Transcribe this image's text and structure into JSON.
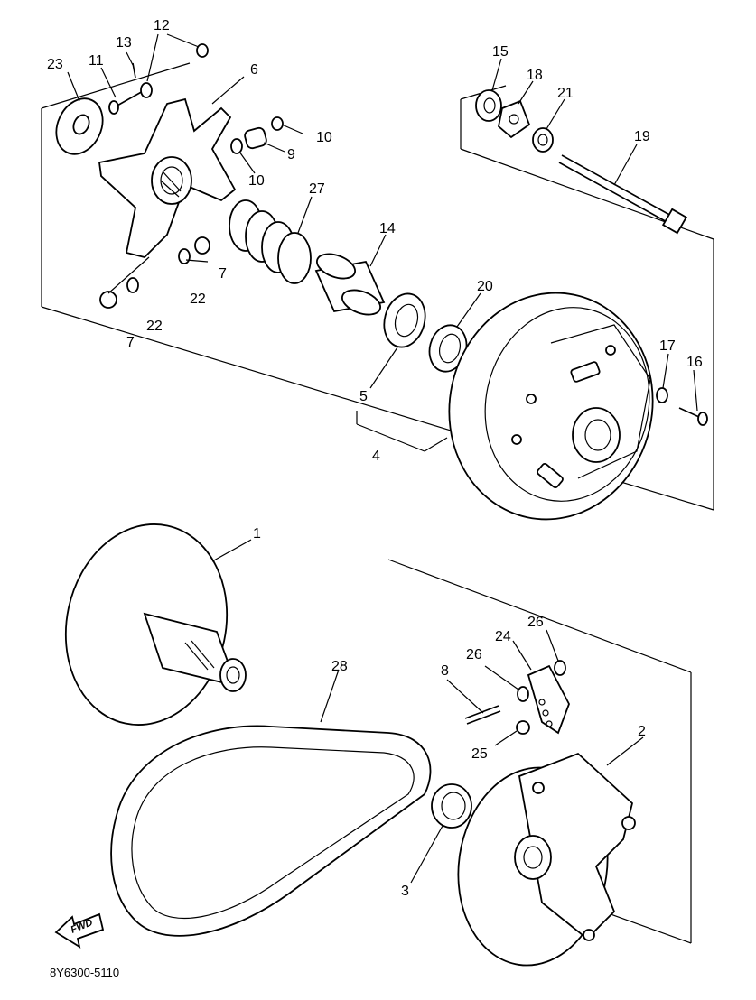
{
  "diagram": {
    "caption": "8Y6300-5110",
    "fwd_label": "FWD",
    "callouts": {
      "p1": "1",
      "p2": "2",
      "p3": "3",
      "p4": "4",
      "p5": "5",
      "p6": "6",
      "p7a": "7",
      "p7b": "7",
      "p8": "8",
      "p9": "9",
      "p10a": "10",
      "p10b": "10",
      "p11": "11",
      "p12": "12",
      "p13": "13",
      "p14": "14",
      "p15": "15",
      "p16": "16",
      "p17": "17",
      "p18": "18",
      "p19": "19",
      "p20": "20",
      "p21": "21",
      "p22a": "22",
      "p22b": "22",
      "p23": "23",
      "p24": "24",
      "p25": "25",
      "p26a": "26",
      "p26b": "26",
      "p27": "27",
      "p28": "28"
    }
  }
}
